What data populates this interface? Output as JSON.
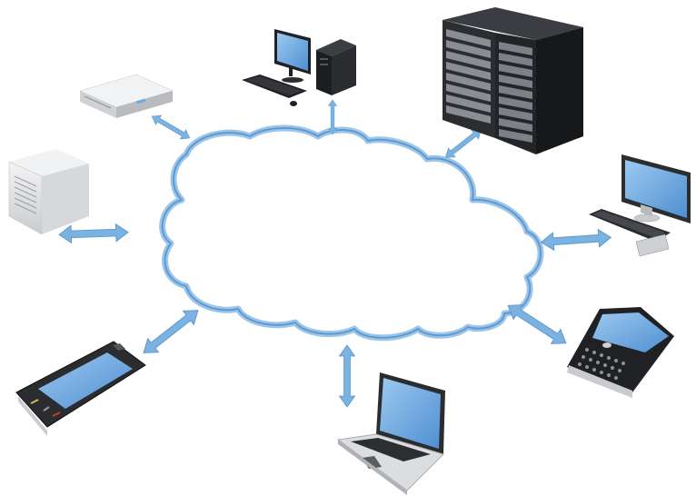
{
  "diagram": {
    "cloud": {
      "label": ""
    },
    "devices": [
      {
        "id": "desktop-computer",
        "icon": "desktop-computer-icon"
      },
      {
        "id": "server-rack",
        "icon": "server-rack-icon"
      },
      {
        "id": "monitor-keyboard",
        "icon": "monitor-keyboard-icon"
      },
      {
        "id": "smartphone-keyboard",
        "icon": "qwerty-phone-icon"
      },
      {
        "id": "laptop",
        "icon": "laptop-icon"
      },
      {
        "id": "touchscreen-phone",
        "icon": "smartphone-icon"
      },
      {
        "id": "tower-server",
        "icon": "tower-server-icon"
      },
      {
        "id": "network-appliance",
        "icon": "network-appliance-icon"
      }
    ],
    "connections": "bidirectional",
    "colors": {
      "cloud_stroke": "#7fb3de",
      "arrow": "#7ab3e2",
      "screen": "#6aa8e3",
      "dark_body": "#2a2c30",
      "light_body": "#e6e7e9"
    }
  }
}
